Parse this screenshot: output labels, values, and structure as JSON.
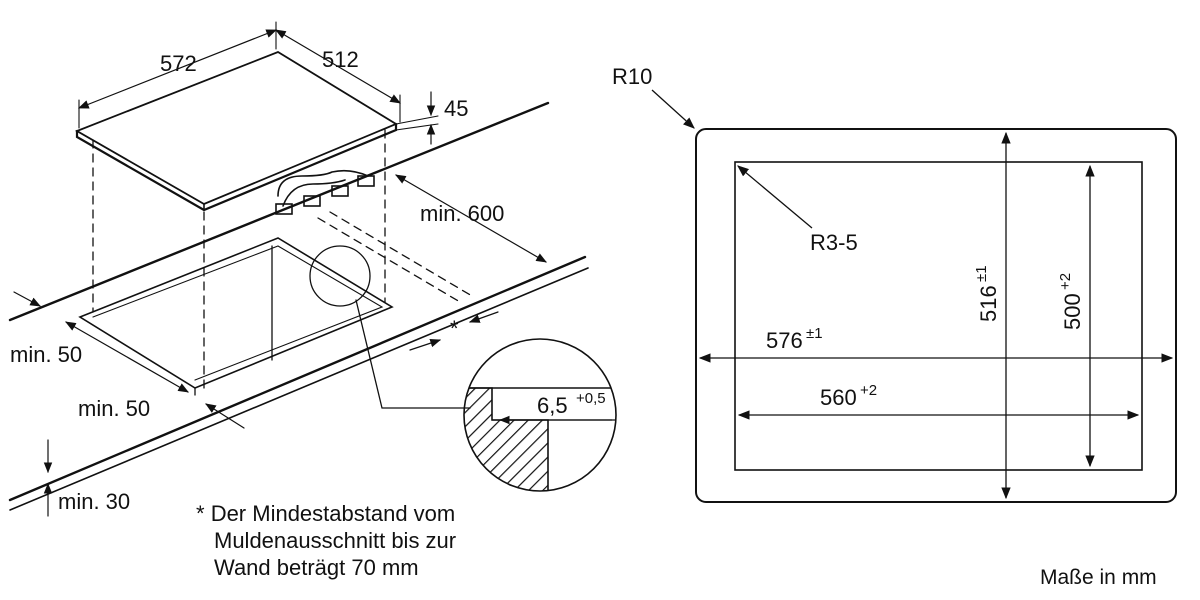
{
  "hob": {
    "width": "572",
    "depth": "512",
    "height": "45",
    "min_rear": "min. 600",
    "min_side_left": "min. 50",
    "min_front": "min. 50",
    "min_below": "min. 30",
    "asterisk": "*",
    "lip": "6,5",
    "lip_tol": "+0,5"
  },
  "note": {
    "marker": "*",
    "line1": "Der Mindestabstand vom",
    "line2": "Muldenausschnitt bis zur",
    "line3": "Wand beträgt 70 mm"
  },
  "cutout": {
    "outer_radius": "R10",
    "inner_radius": "R3-5",
    "outer_width": "576",
    "outer_width_tol": "±1",
    "inner_width": "560",
    "inner_width_tol": "+2",
    "outer_height": "516",
    "outer_height_tol": "±1",
    "inner_height": "500",
    "inner_height_tol": "+2"
  },
  "units": "Maße in mm"
}
